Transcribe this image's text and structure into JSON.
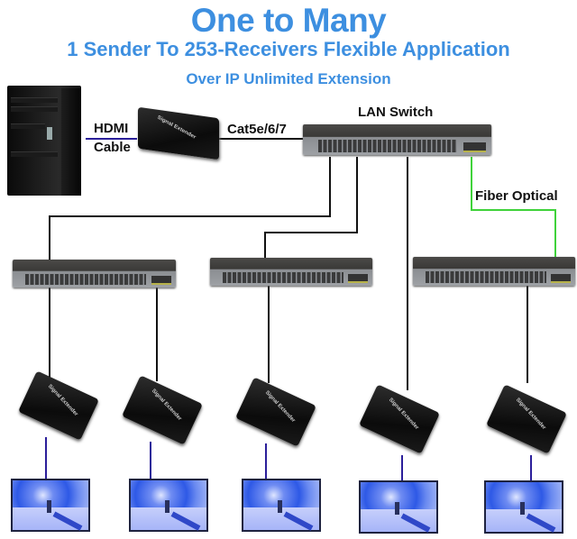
{
  "header": {
    "title": "One to Many",
    "subtitle": "1 Sender To 253-Receivers Flexible Application",
    "tagline": "Over IP Unlimited Extension"
  },
  "labels": {
    "hdmi_line1": "HDMI",
    "hdmi_line2": "Cable",
    "cat": "Cat5e/6/7",
    "lan_switch": "LAN Switch",
    "fiber": "Fiber Optical"
  },
  "devices": {
    "sender": {
      "type": "transmitter",
      "brand": "Signal Extender"
    },
    "pc": {
      "type": "computer-tower"
    },
    "main_switch": {
      "type": "lan-switch"
    },
    "sub_switches": [
      {
        "id": "switch-a",
        "link": "cat"
      },
      {
        "id": "switch-b",
        "link": "cat"
      },
      {
        "id": "switch-c",
        "link": "fiber"
      }
    ],
    "receivers": [
      {
        "id": "receiver-1",
        "brand": "Signal Extender"
      },
      {
        "id": "receiver-2",
        "brand": "Signal Extender"
      },
      {
        "id": "receiver-3",
        "brand": "Signal Extender"
      },
      {
        "id": "receiver-4",
        "brand": "Signal Extender"
      },
      {
        "id": "receiver-5",
        "brand": "Signal Extender"
      }
    ],
    "monitor_count": 5
  },
  "colors": {
    "title": "#3d8fe0",
    "cat_cable": "#111111",
    "hdmi_cable": "#2b1f9a",
    "fiber_cable": "#3fd23a"
  }
}
